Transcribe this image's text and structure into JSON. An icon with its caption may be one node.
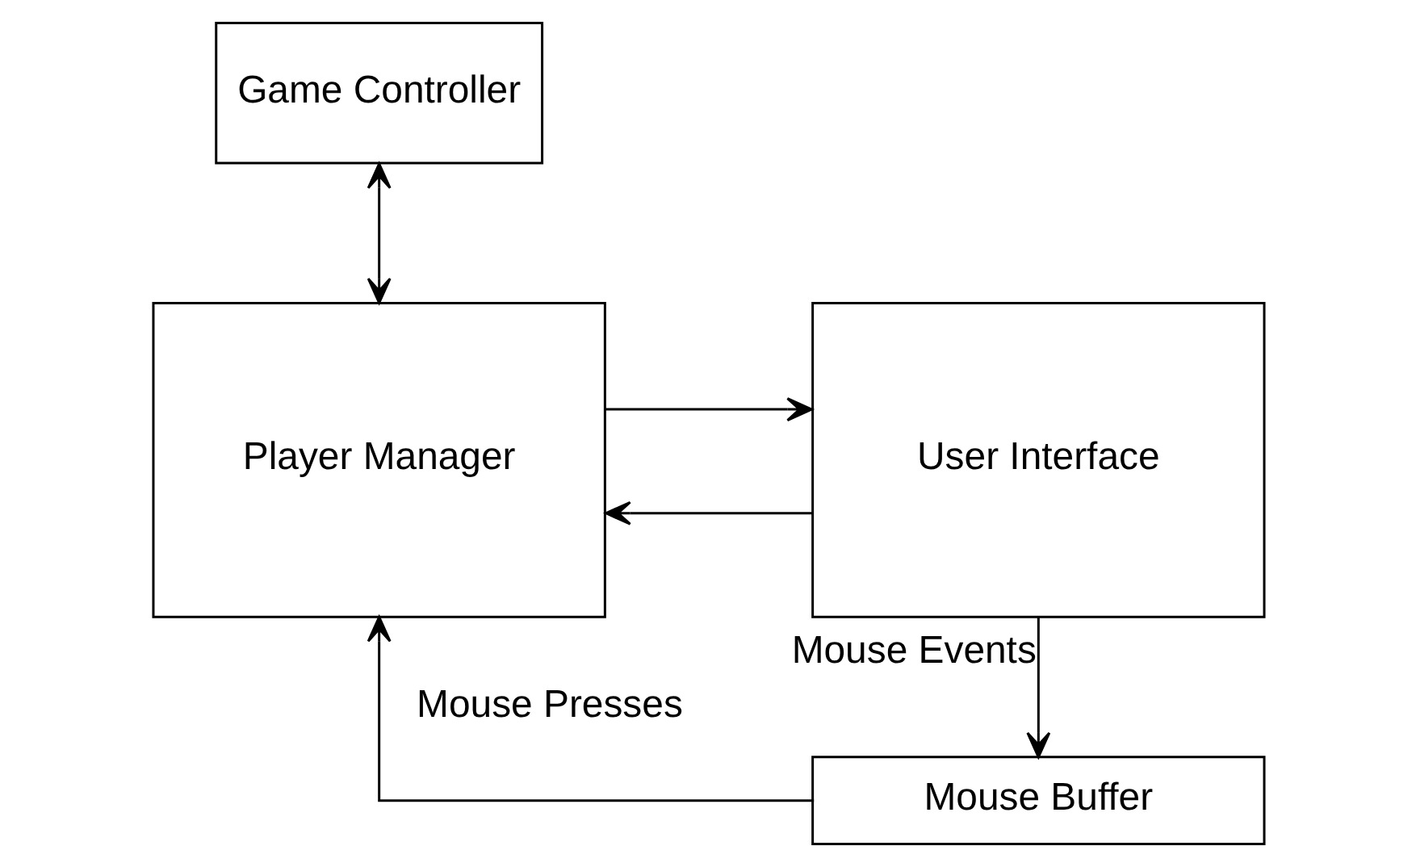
{
  "diagram": {
    "nodes": [
      {
        "text": [
          "Game Controller"
        ]
      },
      {
        "text": [
          "Player Manager"
        ]
      },
      {
        "text": [
          "User Interface"
        ]
      },
      {
        "text": [
          "Mouse Buffer"
        ]
      }
    ],
    "edges": [
      {
        "from": 0,
        "to": 1,
        "arrow": "both"
      },
      {
        "from": 1,
        "to": 2,
        "arrow": "to"
      },
      {
        "from": 2,
        "to": 1,
        "arrow": "to"
      },
      {
        "from": 2,
        "to": 3,
        "arrow": "to",
        "label": "Mouse Events"
      },
      {
        "from": 3,
        "to": 1,
        "arrow": "to",
        "label": "Mouse Presses"
      }
    ]
  }
}
